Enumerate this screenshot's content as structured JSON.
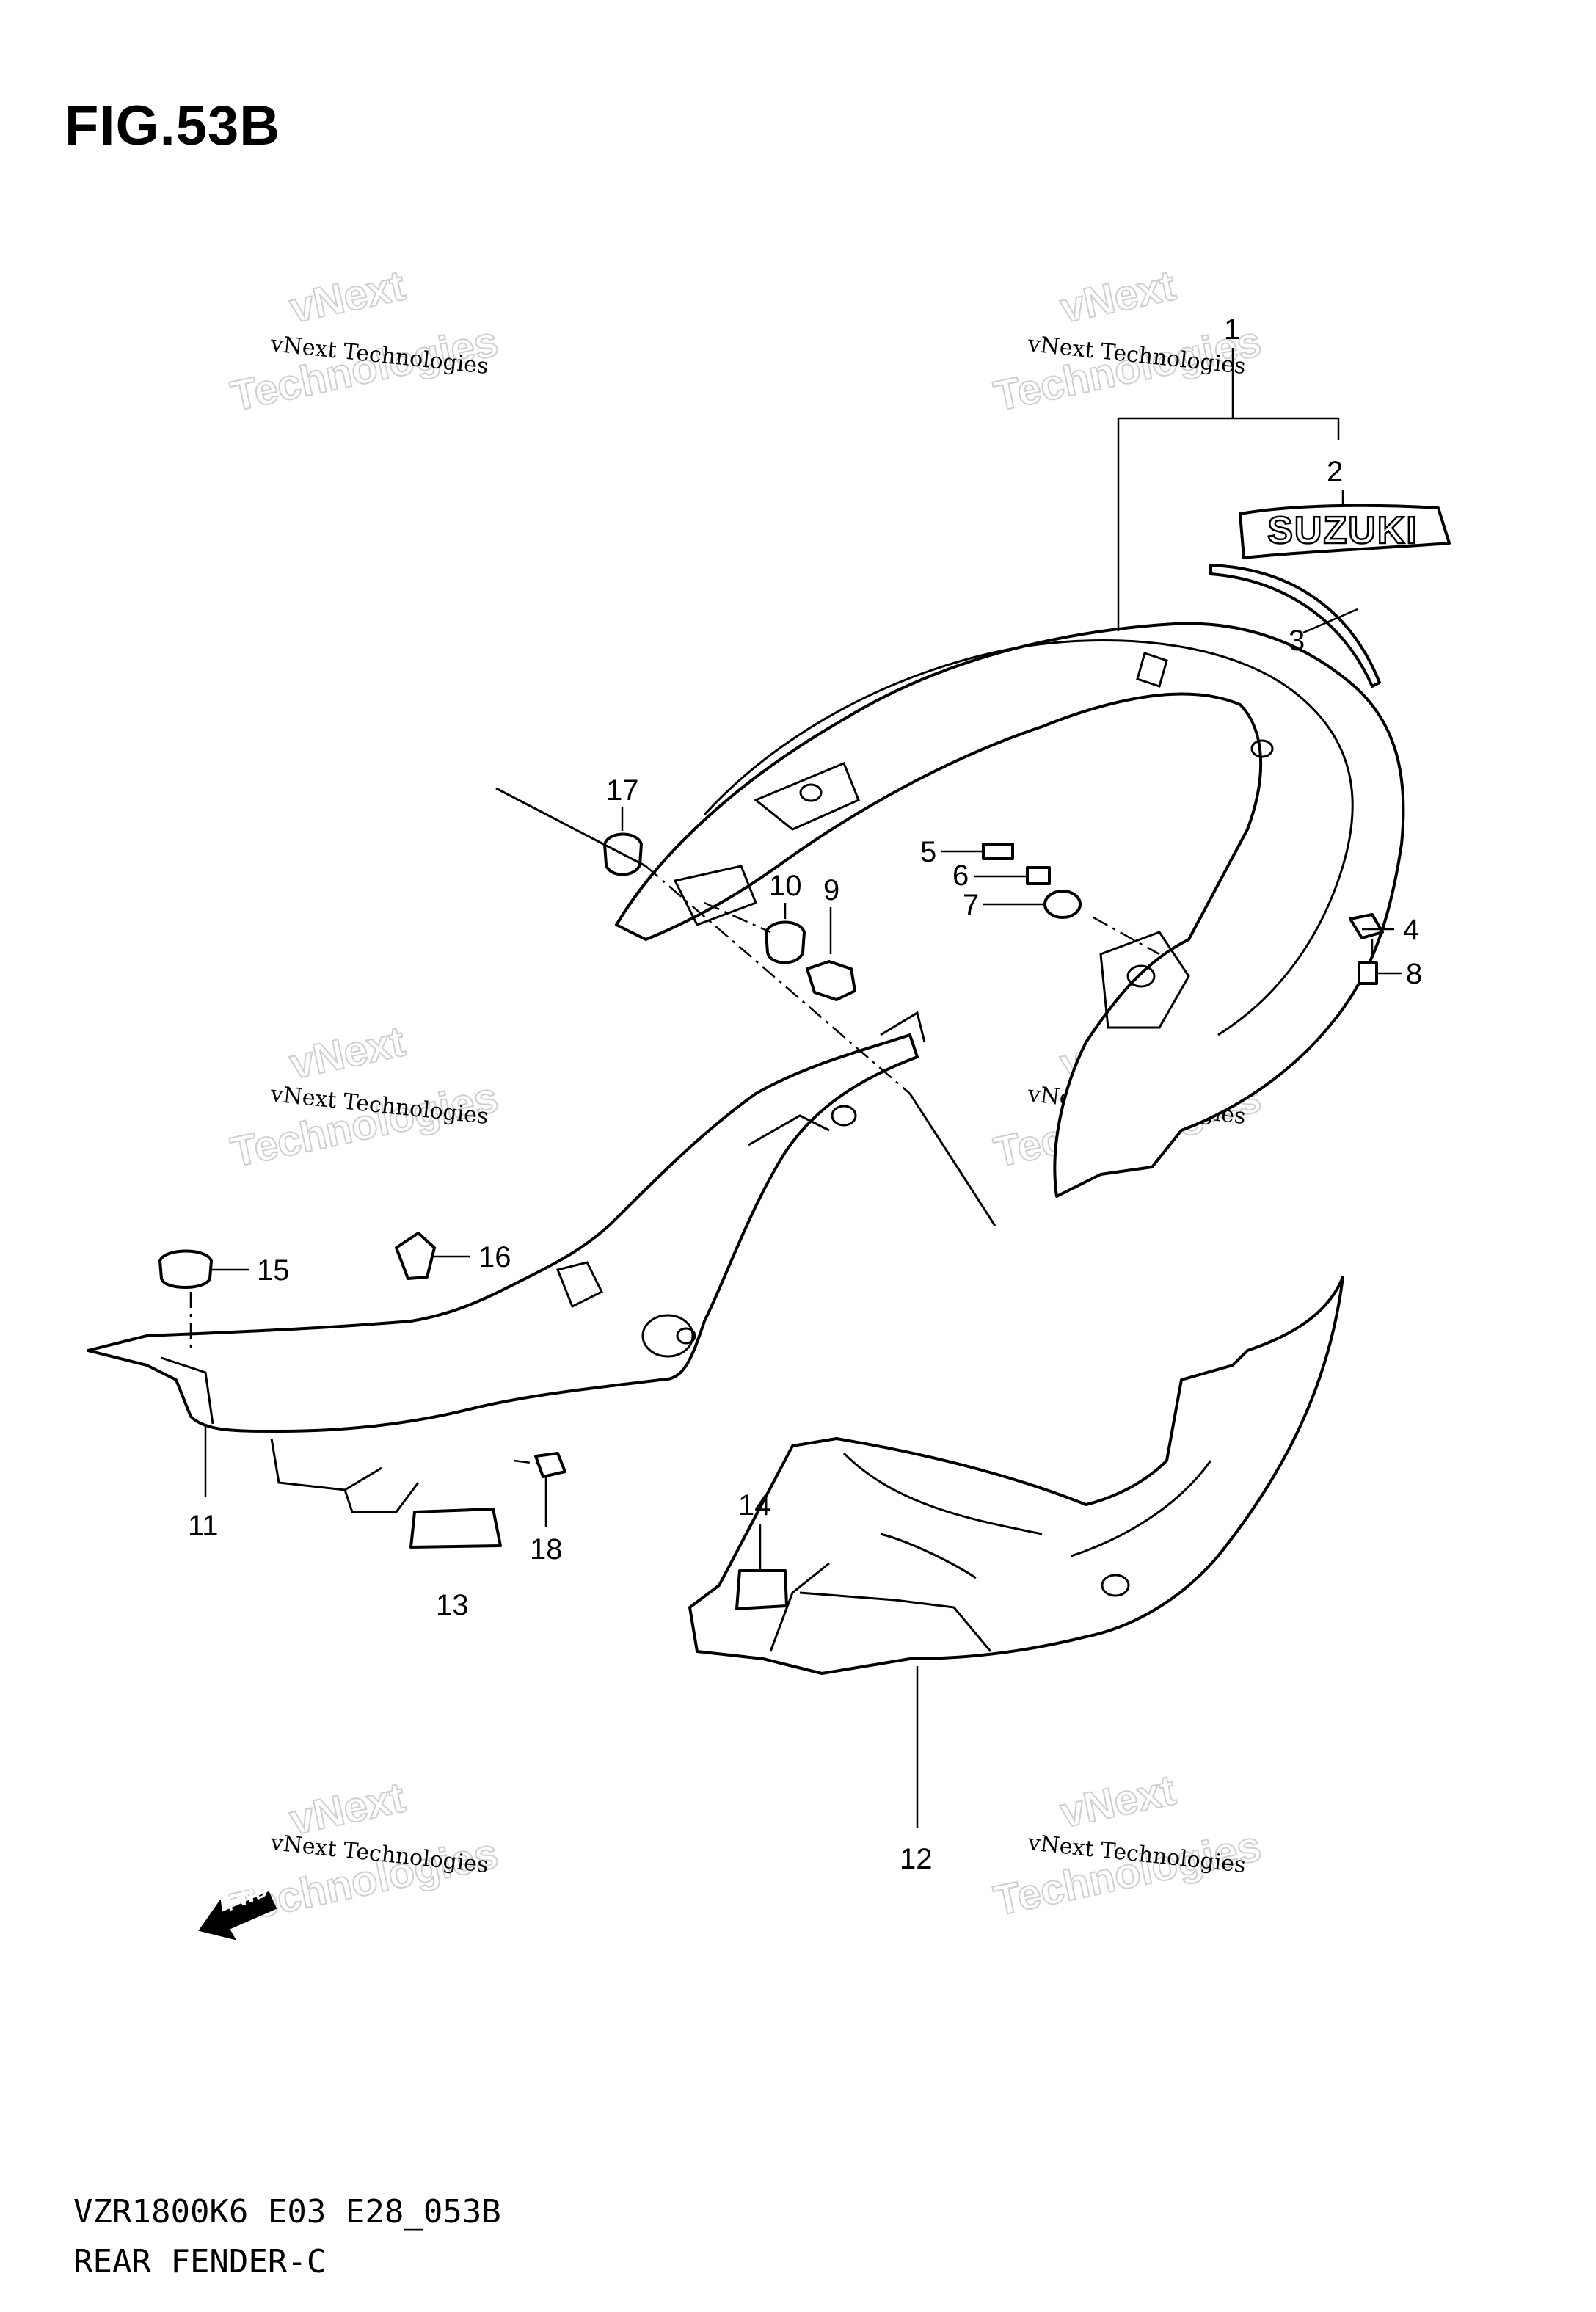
{
  "figure": {
    "title": "FIG.53B",
    "model_code": "VZR1800K6 E03 E28_053B",
    "section_name": "REAR FENDER-C"
  },
  "decal_text": "SUZUKI",
  "fwd_label": "FWD",
  "watermark": {
    "line1": "vNext Technologies",
    "line2": "vNext",
    "line3": "Technologies"
  },
  "callouts": [
    "1",
    "2",
    "3",
    "4",
    "5",
    "6",
    "7",
    "8",
    "9",
    "10",
    "11",
    "12",
    "13",
    "14",
    "15",
    "16",
    "17",
    "18"
  ]
}
